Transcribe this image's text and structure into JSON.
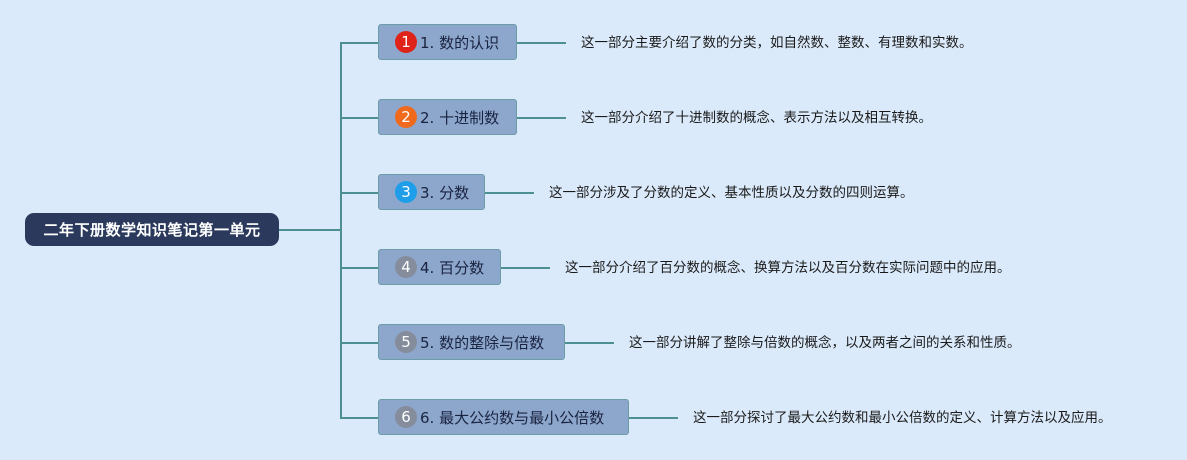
{
  "root": {
    "label": "二年下册数学知识笔记第一单元"
  },
  "branches": [
    {
      "number": "1",
      "badge_color": "#e02318",
      "label": "1. 数的认识",
      "description": "这一部分主要介绍了数的分类，如自然数、整数、有理数和实数。"
    },
    {
      "number": "2",
      "badge_color": "#ef6a1c",
      "label": "2. 十进制数",
      "description": "这一部分介绍了十进制数的概念、表示方法以及相互转换。"
    },
    {
      "number": "3",
      "badge_color": "#1e9ee8",
      "label": "3. 分数",
      "description": "这一部分涉及了分数的定义、基本性质以及分数的四则运算。"
    },
    {
      "number": "4",
      "badge_color": "#858d9c",
      "label": "4. 百分数",
      "description": "这一部分介绍了百分数的概念、换算方法以及百分数在实际问题中的应用。"
    },
    {
      "number": "5",
      "badge_color": "#858d9c",
      "label": "5. 数的整除与倍数",
      "description": "这一部分讲解了整除与倍数的概念，以及两者之间的关系和性质。"
    },
    {
      "number": "6",
      "badge_color": "#858d9c",
      "label": "6. 最大公约数与最小公倍数",
      "description": "这一部分探讨了最大公约数和最小公倍数的定义、计算方法以及应用。"
    }
  ]
}
